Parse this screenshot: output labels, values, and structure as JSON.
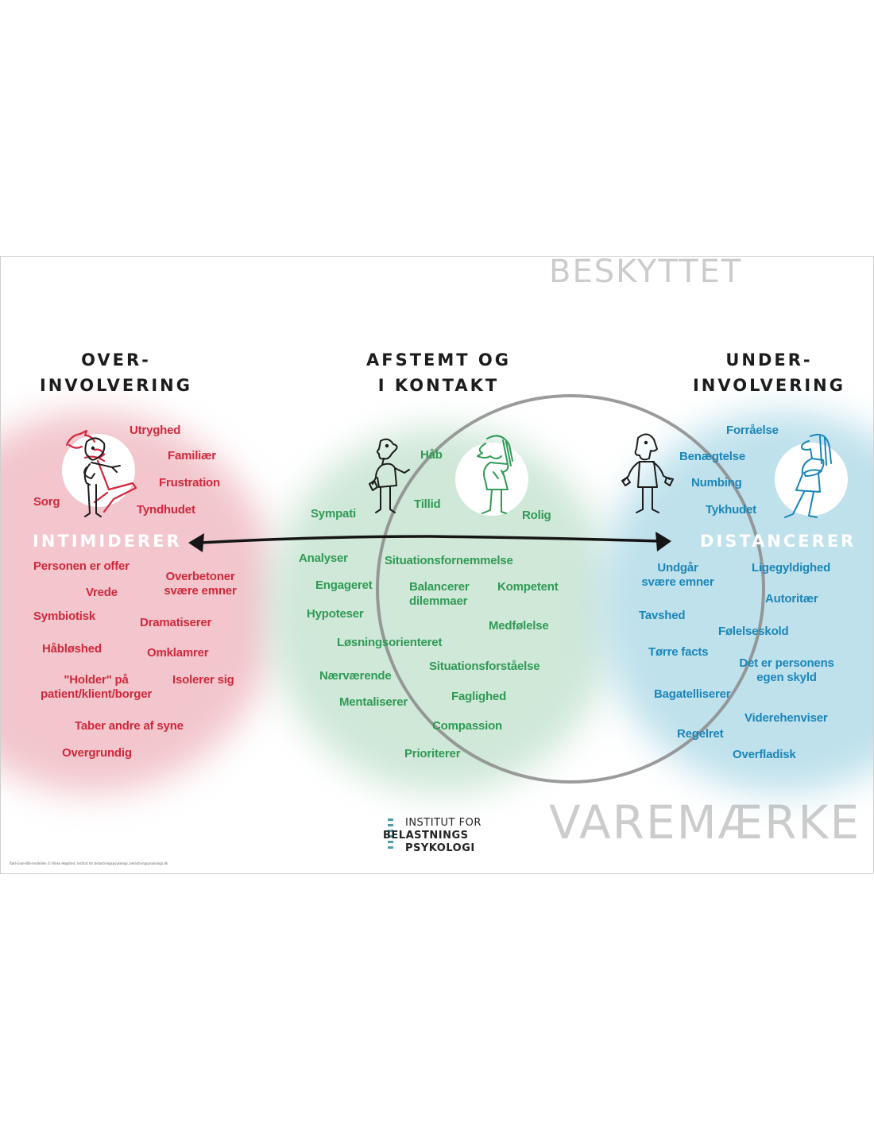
{
  "colors": {
    "over": "#d0283e",
    "attuned": "#2f9a55",
    "under": "#1a86b8",
    "heading": "#1c1c1c",
    "watermark": "#8a8a8a"
  },
  "columns": {
    "over": {
      "heading_line1": "OVER-",
      "heading_line2": "INVOLVERING",
      "label": "INTIMIDERER",
      "top_words": [
        "Utryghed",
        "Familiær",
        "Frustration",
        "Sorg",
        "Tyndhudet"
      ],
      "bottom_words": [
        "Personen er offer",
        "Overbetoner",
        "svære emner",
        "Vrede",
        "Symbiotisk",
        "Dramatiserer",
        "Håbløshed",
        "Omklamrer",
        "\"Holder\" på",
        "patient/klient/borger",
        "Isolerer sig",
        "Taber andre af syne",
        "Overgrundig"
      ]
    },
    "attuned": {
      "heading_line1": "AFSTEMT OG",
      "heading_line2": "I KONTAKT",
      "top_words": [
        "Håb",
        "Sympati",
        "Tillid",
        "Rolig"
      ],
      "bottom_words": [
        "Analyser",
        "Situationsfornemmelse",
        "Engageret",
        "Balancerer",
        "dilemmaer",
        "Kompetent",
        "Hypoteser",
        "Medfølelse",
        "Løsningsorienteret",
        "Situationsforståelse",
        "Nærværende",
        "Faglighed",
        "Mentaliserer",
        "Compassion",
        "Prioriterer"
      ]
    },
    "under": {
      "heading_line1": "UNDER-",
      "heading_line2": "INVOLVERING",
      "label": "DISTANCERER",
      "top_words": [
        "Forråelse",
        "Benægtelse",
        "Numbing",
        "Tykhudet"
      ],
      "bottom_words": [
        "Undgår",
        "svære emner",
        "Ligegyldighed",
        "Autoritær",
        "Tavshed",
        "Følelseskold",
        "Tørre facts",
        "Det er personens",
        "egen skyld",
        "Bagatelliserer",
        "Viderehenviser",
        "Regelret",
        "Overfladisk"
      ]
    }
  },
  "watermark": {
    "line1": "VAREMÆRKE",
    "line2": "BESKYTTET"
  },
  "logo": {
    "line1": "INSTITUT FOR",
    "line2": "BELASTNINGS",
    "line3": "PSYKOLOGI"
  },
  "copyright": "Rød-Grøn-Blå-modellen © Rikke Høgsted, Institut for belastningspsykologi, belastningspsykologi.dk",
  "icons": {
    "arrow": "double-headed-arrow",
    "figures": [
      "embracing-couple-figure",
      "calm-person-figure",
      "attuned-woman-figure",
      "shrugging-person-figure",
      "arms-crossed-woman-figure"
    ]
  }
}
